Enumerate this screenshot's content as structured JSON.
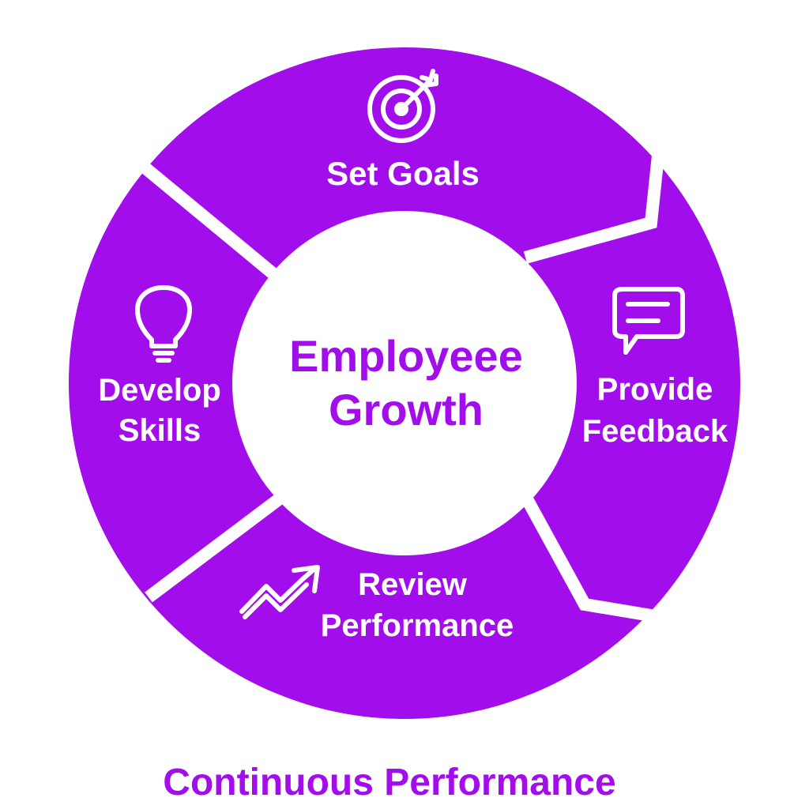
{
  "diagram": {
    "center": {
      "line1": "Employeee",
      "line2": "Growth"
    },
    "segments": [
      {
        "id": "set-goals",
        "lines": [
          "Set Goals"
        ],
        "icon": "target-icon"
      },
      {
        "id": "provide-feedback",
        "lines": [
          "Provide",
          "Feedback"
        ],
        "icon": "chat-bubble-icon"
      },
      {
        "id": "review-performance",
        "lines": [
          "Review",
          "Performance"
        ],
        "icon": "trending-up-icon"
      },
      {
        "id": "develop-skills",
        "lines": [
          "Develop",
          "Skills"
        ],
        "icon": "lightbulb-icon"
      }
    ],
    "caption": "Continuous Performance"
  },
  "colors": {
    "ring": "#a10deb",
    "center_text": "#a10deb",
    "segment_text": "#ffffff",
    "background": "#ffffff"
  }
}
